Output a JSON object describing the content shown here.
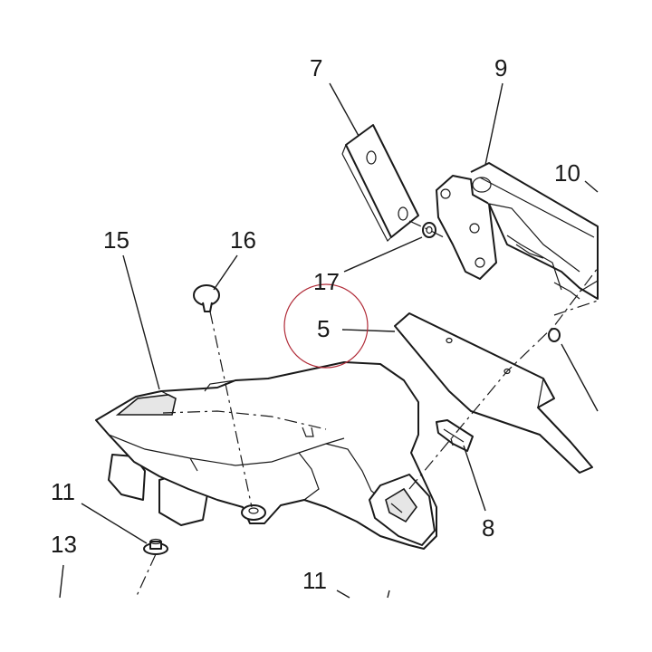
{
  "diagram": {
    "callouts": {
      "n7": "7",
      "n9": "9",
      "n10": "10",
      "n15": "15",
      "n16": "16",
      "n17": "17",
      "n5": "5",
      "n11a": "11",
      "n13": "13",
      "n11b": "11",
      "n8": "8"
    },
    "highlight_color": "#b02a37",
    "line_color": "#1a1a1a"
  }
}
